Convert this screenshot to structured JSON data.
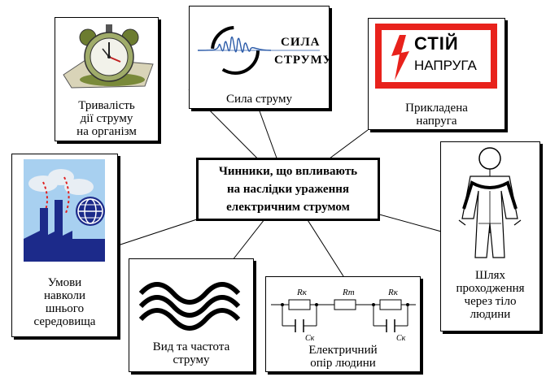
{
  "center": {
    "label": "Чинники, що впливають\nна наслідки ураження\nелектричним струмом"
  },
  "nodes": {
    "duration": {
      "label": "Тривалість\nдії струму\nна організм"
    },
    "current": {
      "label": "Сила струму",
      "icon_text_1": "СИЛА",
      "icon_text_2": "СТРУМУ"
    },
    "voltage": {
      "label": "Прикладена\nнапруга",
      "sign_text_1": "СТІЙ",
      "sign_text_2": "НАПРУГА"
    },
    "environment": {
      "label": "Умови\nнавколи\nшнього\nсередовища"
    },
    "frequency": {
      "label": "Вид та частота\nструму"
    },
    "resistance": {
      "label": "Електричний\nопір людини",
      "labels": [
        "Rк",
        "Rт",
        "Rк",
        "Cк",
        "Cк"
      ]
    },
    "path": {
      "label": "Шлях\nпроходження\nчерез тіло\nлюдини"
    }
  },
  "colors": {
    "sign_red": "#e8221c",
    "factory_blue": "#1c2a8a",
    "sky": "#a8d0f0",
    "clock_green": "#7a8a3a",
    "pollution_red": "#e02020"
  }
}
